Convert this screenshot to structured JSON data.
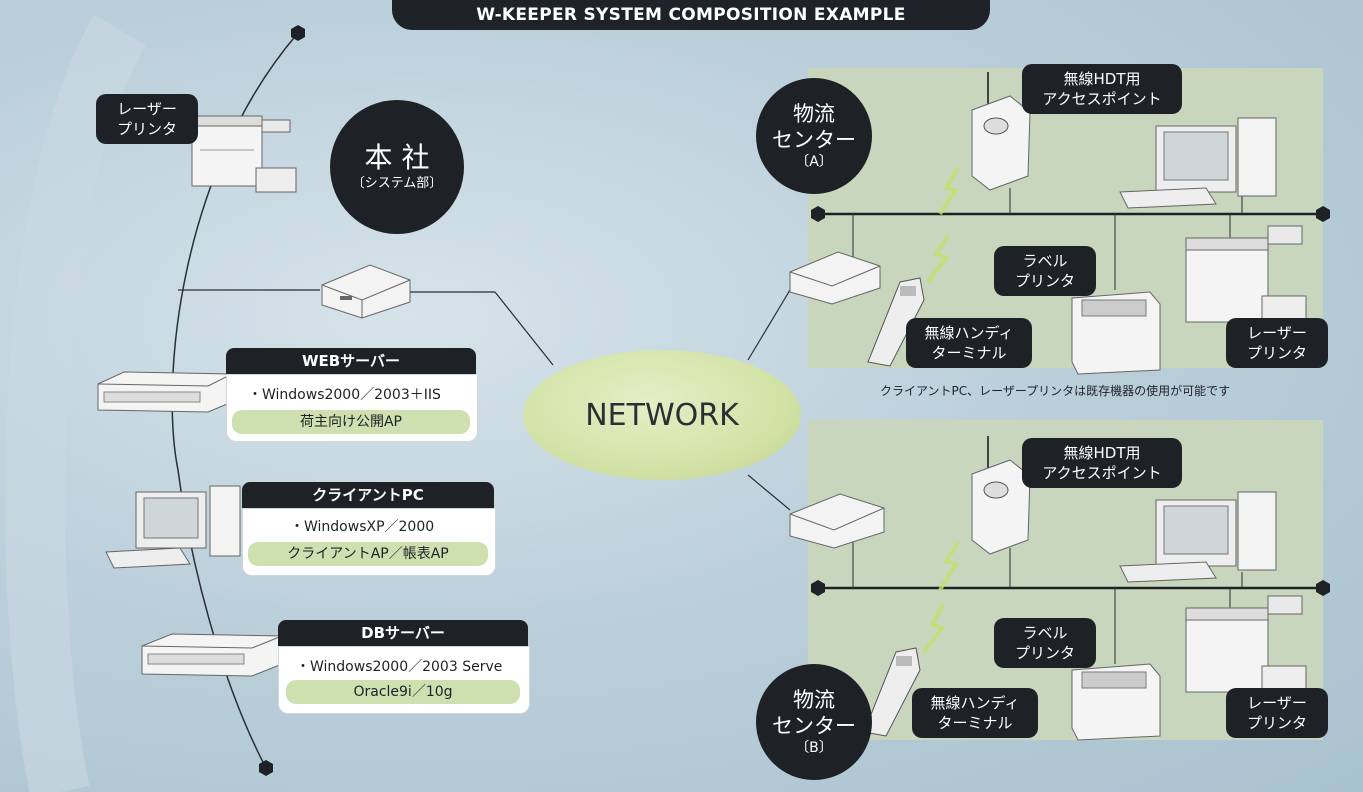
{
  "title": "W-KEEPER SYSTEM COMPOSITION EXAMPLE",
  "network_label": "NETWORK",
  "headquarters": {
    "line1": "本 社",
    "line2": "〔システム部〕"
  },
  "left": {
    "laser_printer": {
      "line1": "レーザー",
      "line2": "プリンタ"
    },
    "web_server": {
      "title": "WEBサーバー",
      "os": "・Windows2000／2003＋IIS",
      "app": "荷主向け公開AP"
    },
    "client_pc": {
      "title": "クライアントPC",
      "os": "・WindowsXP／2000",
      "app": "クライアントAP／帳表AP"
    },
    "db_server": {
      "title": "DBサーバー",
      "os": "・Windows2000／2003 Serve",
      "app": "Oracle9i／10g"
    }
  },
  "center_a": {
    "name_line1": "物流",
    "name_line2": "センター",
    "name_line3": "〔A〕",
    "access_point": {
      "line1": "無線HDT用",
      "line2": "アクセスポイント"
    },
    "label_printer": {
      "line1": "ラベル",
      "line2": "プリンタ"
    },
    "handy_terminal": {
      "line1": "無線ハンディ",
      "line2": "ターミナル"
    },
    "laser_printer": {
      "line1": "レーザー",
      "line2": "プリンタ"
    },
    "note": "クライアントPC、レーザープリンタは既存機器の使用が可能です"
  },
  "center_b": {
    "name_line1": "物流",
    "name_line2": "センター",
    "name_line3": "〔B〕",
    "access_point": {
      "line1": "無線HDT用",
      "line2": "アクセスポイント"
    },
    "label_printer": {
      "line1": "ラベル",
      "line2": "プリンタ"
    },
    "handy_terminal": {
      "line1": "無線ハンディ",
      "line2": "ターミナル"
    },
    "laser_printer": {
      "line1": "レーザー",
      "line2": "プリンタ"
    }
  },
  "colors": {
    "dark": "#1e2226",
    "green_panel": "#c7d6bd",
    "network_green": "#d3e3a7",
    "background": "#bcd0db"
  }
}
